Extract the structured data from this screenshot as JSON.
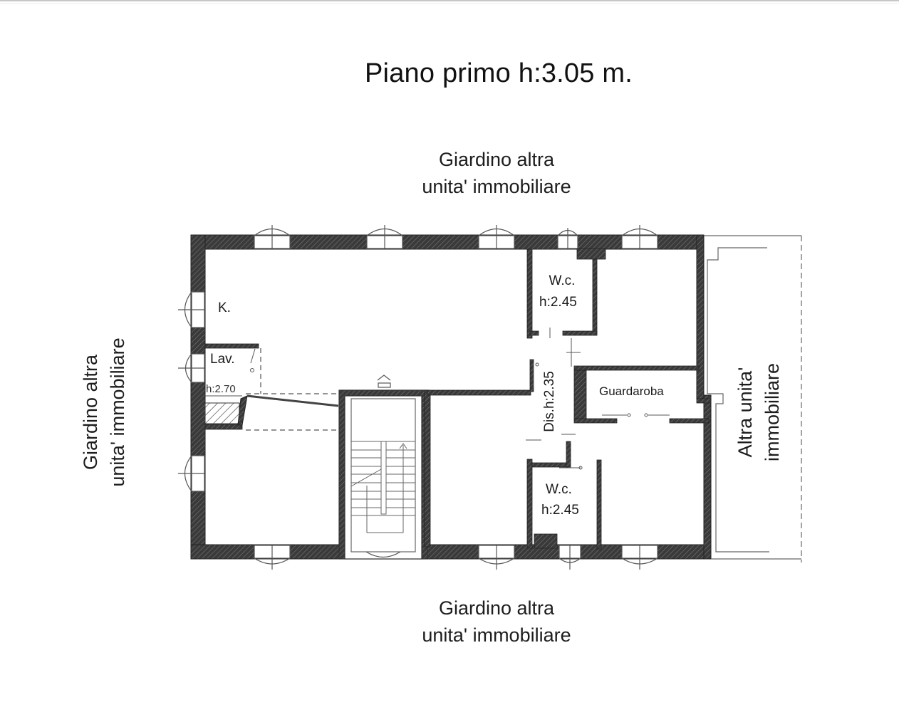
{
  "title": "Piano primo h:3.05 m.",
  "surroundings": {
    "top": [
      "Giardino altra",
      "unita' immobiliare"
    ],
    "bottom": [
      "Giardino altra",
      "unita' immobiliare"
    ],
    "left": [
      "Giardino altra",
      "unita' immobiliare"
    ],
    "right": [
      "Altra unita'",
      "immobiliare"
    ]
  },
  "rooms": {
    "kitchen": {
      "label": "K."
    },
    "laundry": {
      "label": "Lav.",
      "height": "h:2.70"
    },
    "wc_upper": {
      "label": "W.c.",
      "height": "h:2.45"
    },
    "wardrobe": {
      "label": "Guardaroba"
    },
    "hallway": {
      "label": "Dis.h:2.35"
    },
    "wc_lower": {
      "label": "W.c.",
      "height": "h:2.45"
    }
  },
  "colors": {
    "wall": "#3a3a3a",
    "line": "#555555",
    "background": "#ffffff"
  }
}
